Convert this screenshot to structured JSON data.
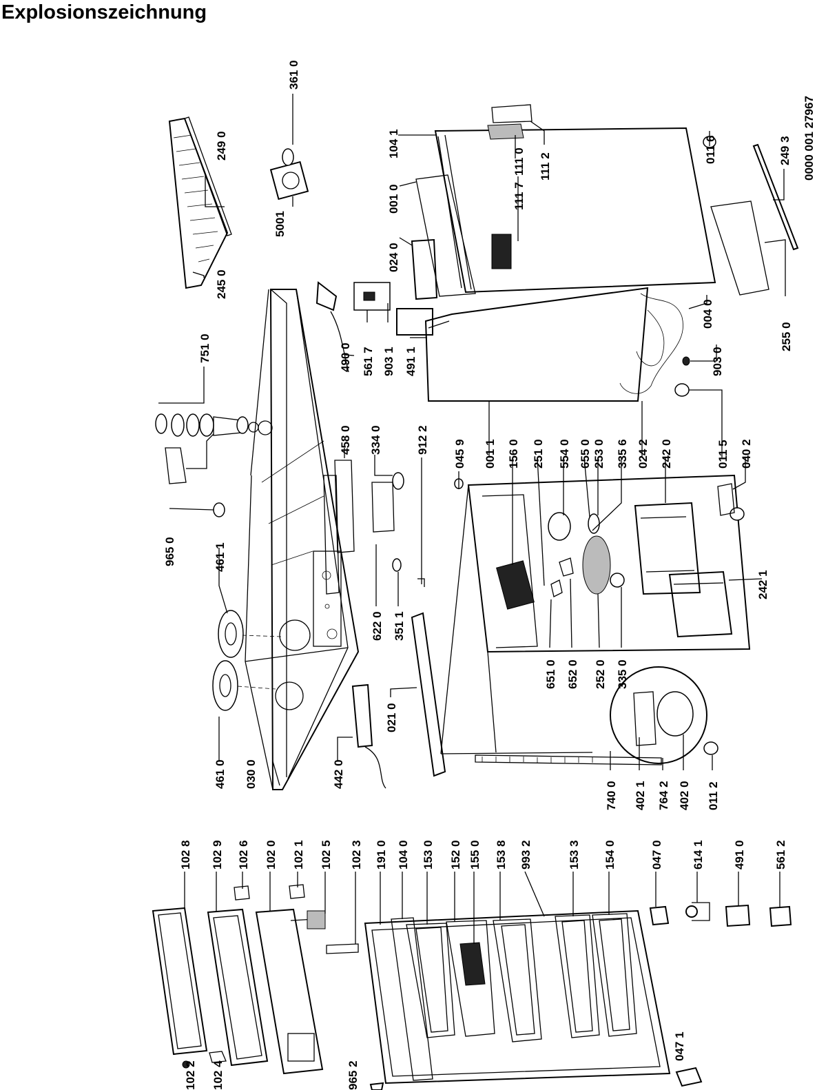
{
  "page": {
    "title": "Explosionszeichnung",
    "document_number": "0000 001 27967"
  },
  "parts": [
    {
      "id": "p-102-8",
      "label": "102 8"
    },
    {
      "id": "p-102-9",
      "label": "102 9"
    },
    {
      "id": "p-102-6",
      "label": "102 6"
    },
    {
      "id": "p-102-0",
      "label": "102 0"
    },
    {
      "id": "p-102-1",
      "label": "102 1"
    },
    {
      "id": "p-102-5",
      "label": "102 5"
    },
    {
      "id": "p-102-3",
      "label": "102 3"
    },
    {
      "id": "p-191-0",
      "label": "191 0"
    },
    {
      "id": "p-104-0",
      "label": "104 0"
    },
    {
      "id": "p-153-0",
      "label": "153 0"
    },
    {
      "id": "p-152-0",
      "label": "152 0"
    },
    {
      "id": "p-155-0",
      "label": "155 0"
    },
    {
      "id": "p-153-8",
      "label": "153 8"
    },
    {
      "id": "p-993-2",
      "label": "993 2"
    },
    {
      "id": "p-153-3",
      "label": "153 3"
    },
    {
      "id": "p-154-0",
      "label": "154 0"
    },
    {
      "id": "p-047-0",
      "label": "047 0"
    },
    {
      "id": "p-614-1",
      "label": "614 1"
    },
    {
      "id": "p-491-0",
      "label": "491 0"
    },
    {
      "id": "p-561-2",
      "label": "561 2"
    },
    {
      "id": "p-102-2",
      "label": "102 2"
    },
    {
      "id": "p-102-4",
      "label": "102 4"
    },
    {
      "id": "p-965-2",
      "label": "965 2"
    },
    {
      "id": "p-047-1",
      "label": "047 1"
    },
    {
      "id": "p-461-0",
      "label": "461 0"
    },
    {
      "id": "p-030-0",
      "label": "030 0"
    },
    {
      "id": "p-442-0",
      "label": "442 0"
    },
    {
      "id": "p-965-0",
      "label": "965 0"
    },
    {
      "id": "p-461-1",
      "label": "461 1"
    },
    {
      "id": "p-245-0",
      "label": "245 0"
    },
    {
      "id": "p-249-0",
      "label": "249 0"
    },
    {
      "id": "p-5001",
      "label": "5001"
    },
    {
      "id": "p-361-0",
      "label": "361 0"
    },
    {
      "id": "p-751-0",
      "label": "751 0"
    },
    {
      "id": "p-490-0",
      "label": "490 0"
    },
    {
      "id": "p-561-7",
      "label": "561 7"
    },
    {
      "id": "p-903-1",
      "label": "903 1"
    },
    {
      "id": "p-491-1",
      "label": "491 1"
    },
    {
      "id": "p-458-0",
      "label": "458 0"
    },
    {
      "id": "p-334-0",
      "label": "334 0"
    },
    {
      "id": "p-622-0",
      "label": "622 0"
    },
    {
      "id": "p-351-1",
      "label": "351 1"
    },
    {
      "id": "p-021-0",
      "label": "021 0"
    },
    {
      "id": "p-912-2",
      "label": "912 2"
    },
    {
      "id": "p-045-9",
      "label": "045 9"
    },
    {
      "id": "p-001-1",
      "label": "001 1"
    },
    {
      "id": "p-156-0",
      "label": "156 0"
    },
    {
      "id": "p-251-0",
      "label": "251 0"
    },
    {
      "id": "p-554-0",
      "label": "554 0"
    },
    {
      "id": "p-655-0",
      "label": "655 0"
    },
    {
      "id": "p-253-0",
      "label": "253 0"
    },
    {
      "id": "p-335-6",
      "label": "335 6"
    },
    {
      "id": "p-024-2",
      "label": "024 2"
    },
    {
      "id": "p-242-0",
      "label": "242 0"
    },
    {
      "id": "p-011-5",
      "label": "011 5"
    },
    {
      "id": "p-040-2",
      "label": "040 2"
    },
    {
      "id": "p-651-0",
      "label": "651 0"
    },
    {
      "id": "p-652-0",
      "label": "652 0"
    },
    {
      "id": "p-252-0",
      "label": "252 0"
    },
    {
      "id": "p-335-0",
      "label": "335 0"
    },
    {
      "id": "p-242-1",
      "label": "242 1"
    },
    {
      "id": "p-740-0",
      "label": "740 0"
    },
    {
      "id": "p-402-1",
      "label": "402 1"
    },
    {
      "id": "p-764-2",
      "label": "764 2"
    },
    {
      "id": "p-402-0",
      "label": "402 0"
    },
    {
      "id": "p-011-2",
      "label": "011 2"
    },
    {
      "id": "p-104-1",
      "label": "104 1"
    },
    {
      "id": "p-001-0",
      "label": "001 0"
    },
    {
      "id": "p-024-0",
      "label": "024 0"
    },
    {
      "id": "p-111-7",
      "label": "111 7"
    },
    {
      "id": "p-111-0",
      "label": "111 0"
    },
    {
      "id": "p-111-2",
      "label": "111 2"
    },
    {
      "id": "p-011-6",
      "label": "011 6"
    },
    {
      "id": "p-249-3",
      "label": "249 3"
    },
    {
      "id": "p-004-0",
      "label": "004 0"
    },
    {
      "id": "p-903-0",
      "label": "903 0"
    },
    {
      "id": "p-255-0",
      "label": "255 0"
    }
  ]
}
